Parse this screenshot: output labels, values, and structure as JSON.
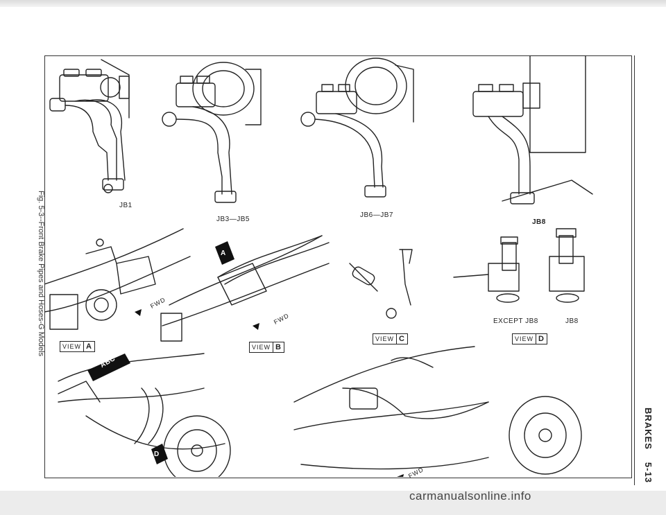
{
  "page": {
    "caption": "Fig. 5-3--Front Brake Pipes and Hoses-G Models",
    "section": "BRAKES",
    "page_number": "5-13",
    "watermark": "carmanualsonline.info"
  },
  "figure": {
    "labels": {
      "jb1": "JB1",
      "jb3_jb5": "JB3—JB5",
      "jb6_jb7": "JB6—JB7",
      "jb8_top": "JB8",
      "except_jb8": "EXCEPT JB8",
      "jb8_detail": "JB8"
    },
    "view_tags": {
      "view_word": "VIEW",
      "a": "A",
      "b": "B",
      "c": "C",
      "d": "D"
    },
    "callouts": {
      "arrow_a": "A",
      "arrow_abc": "ABC",
      "arrow_d": "D"
    },
    "fwd": "FWD"
  }
}
